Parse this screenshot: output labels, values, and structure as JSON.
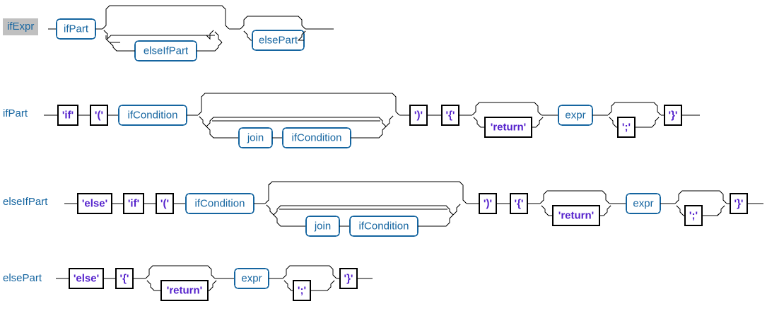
{
  "page": {
    "title": "Railroad syntax diagram",
    "background": "#ffffff",
    "colors": {
      "nonterminal_stroke": "#1565a0",
      "nonterminal_text": "#1565a0",
      "terminal_stroke": "#000000",
      "terminal_text": "#5522cc",
      "rail_line": "#000000",
      "highlight_background": "#c0c0c0"
    }
  },
  "rules": [
    {
      "name": "ifExpr",
      "highlighted": true,
      "sequence": [
        {
          "kind": "nonterminal",
          "label": "ifPart"
        },
        {
          "kind": "repeat-optional",
          "label": "elseIfPart"
        },
        {
          "kind": "optional",
          "label": "elsePart"
        }
      ]
    },
    {
      "name": "ifPart",
      "highlighted": false,
      "sequence": [
        {
          "kind": "terminal",
          "label": "'if'"
        },
        {
          "kind": "terminal",
          "label": "'('"
        },
        {
          "kind": "nonterminal",
          "label": "ifCondition"
        },
        {
          "kind": "repeat-optional",
          "label": "join ifCondition"
        },
        {
          "kind": "terminal",
          "label": "')'"
        },
        {
          "kind": "terminal",
          "label": "'{'"
        },
        {
          "kind": "optional",
          "label": "'return'"
        },
        {
          "kind": "nonterminal",
          "label": "expr"
        },
        {
          "kind": "optional",
          "label": "';'"
        },
        {
          "kind": "terminal",
          "label": "'}'"
        }
      ]
    },
    {
      "name": "elseIfPart",
      "highlighted": false,
      "sequence": [
        {
          "kind": "terminal",
          "label": "'else'"
        },
        {
          "kind": "terminal",
          "label": "'if'"
        },
        {
          "kind": "terminal",
          "label": "'('"
        },
        {
          "kind": "nonterminal",
          "label": "ifCondition"
        },
        {
          "kind": "repeat-optional",
          "label": "join ifCondition"
        },
        {
          "kind": "terminal",
          "label": "')'"
        },
        {
          "kind": "terminal",
          "label": "'{'"
        },
        {
          "kind": "optional",
          "label": "'return'"
        },
        {
          "kind": "nonterminal",
          "label": "expr"
        },
        {
          "kind": "optional",
          "label": "';'"
        },
        {
          "kind": "terminal",
          "label": "'}'"
        }
      ]
    },
    {
      "name": "elsePart",
      "highlighted": false,
      "sequence": [
        {
          "kind": "terminal",
          "label": "'else'"
        },
        {
          "kind": "terminal",
          "label": "'{'"
        },
        {
          "kind": "optional",
          "label": "'return'"
        },
        {
          "kind": "nonterminal",
          "label": "expr"
        },
        {
          "kind": "optional",
          "label": "';'"
        },
        {
          "kind": "terminal",
          "label": "'}'"
        }
      ]
    }
  ],
  "labels": {
    "ifExpr": "ifExpr",
    "ifPart_rule": "ifPart",
    "elseIfPart_rule": "elseIfPart",
    "elsePart_rule": "elsePart",
    "ifPart_box": "ifPart",
    "elseIfPart_box": "elseIfPart",
    "elsePart_box": "elsePart",
    "kw_if": "'if'",
    "kw_else": "'else'",
    "paren_open": "'('",
    "paren_close": "')'",
    "brace_open": "'{'",
    "brace_close": "'}'",
    "semicolon": "';'",
    "kw_return": "'return'",
    "ifCondition": "ifCondition",
    "join": "join",
    "expr": "expr"
  }
}
